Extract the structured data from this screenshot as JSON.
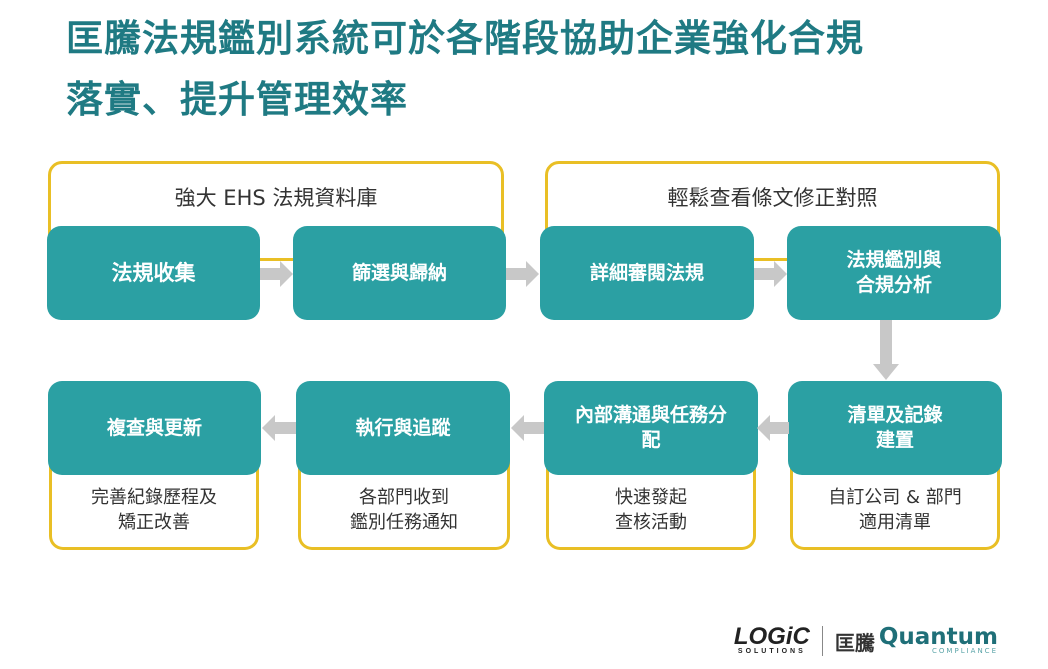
{
  "title": {
    "line1": "匡騰法規鑑別系統可於各階段協助企業強化合規",
    "line2": "落實、提升管理效率"
  },
  "groups": [
    {
      "label": "強大 EHS 法規資料庫"
    },
    {
      "label": "輕鬆查看條文修正對照"
    }
  ],
  "steps": [
    {
      "lines": [
        "法規收集"
      ]
    },
    {
      "lines": [
        "篩選與歸納"
      ]
    },
    {
      "lines": [
        "詳細審閱法規"
      ]
    },
    {
      "lines": [
        "法規鑑別與",
        "合規分析"
      ]
    },
    {
      "lines": [
        "清單及記錄",
        "建置"
      ]
    },
    {
      "lines": [
        "內部溝通與任務分",
        "配"
      ]
    },
    {
      "lines": [
        "執行與追蹤"
      ]
    },
    {
      "lines": [
        "複查與更新"
      ]
    }
  ],
  "notes": [
    {
      "lines": [
        "自訂公司 & 部門",
        "適用清單"
      ]
    },
    {
      "lines": [
        "快速發起",
        "查核活動"
      ]
    },
    {
      "lines": [
        "各部門收到",
        "鑑別任務通知"
      ]
    },
    {
      "lines": [
        "完善紀錄歷程及",
        "矯正改善"
      ]
    }
  ],
  "logos": {
    "logic_main": "LOGiC",
    "logic_sub": "SOLUTIONS",
    "quantum_cn": "匡騰",
    "quantum_en": "Quantum",
    "quantum_sub": "COMPLIANCE"
  },
  "colors": {
    "title": "#1f7a83",
    "step_fill": "#2ba0a3",
    "frame": "#e9bf25",
    "arrow": "#c8c8c8"
  }
}
